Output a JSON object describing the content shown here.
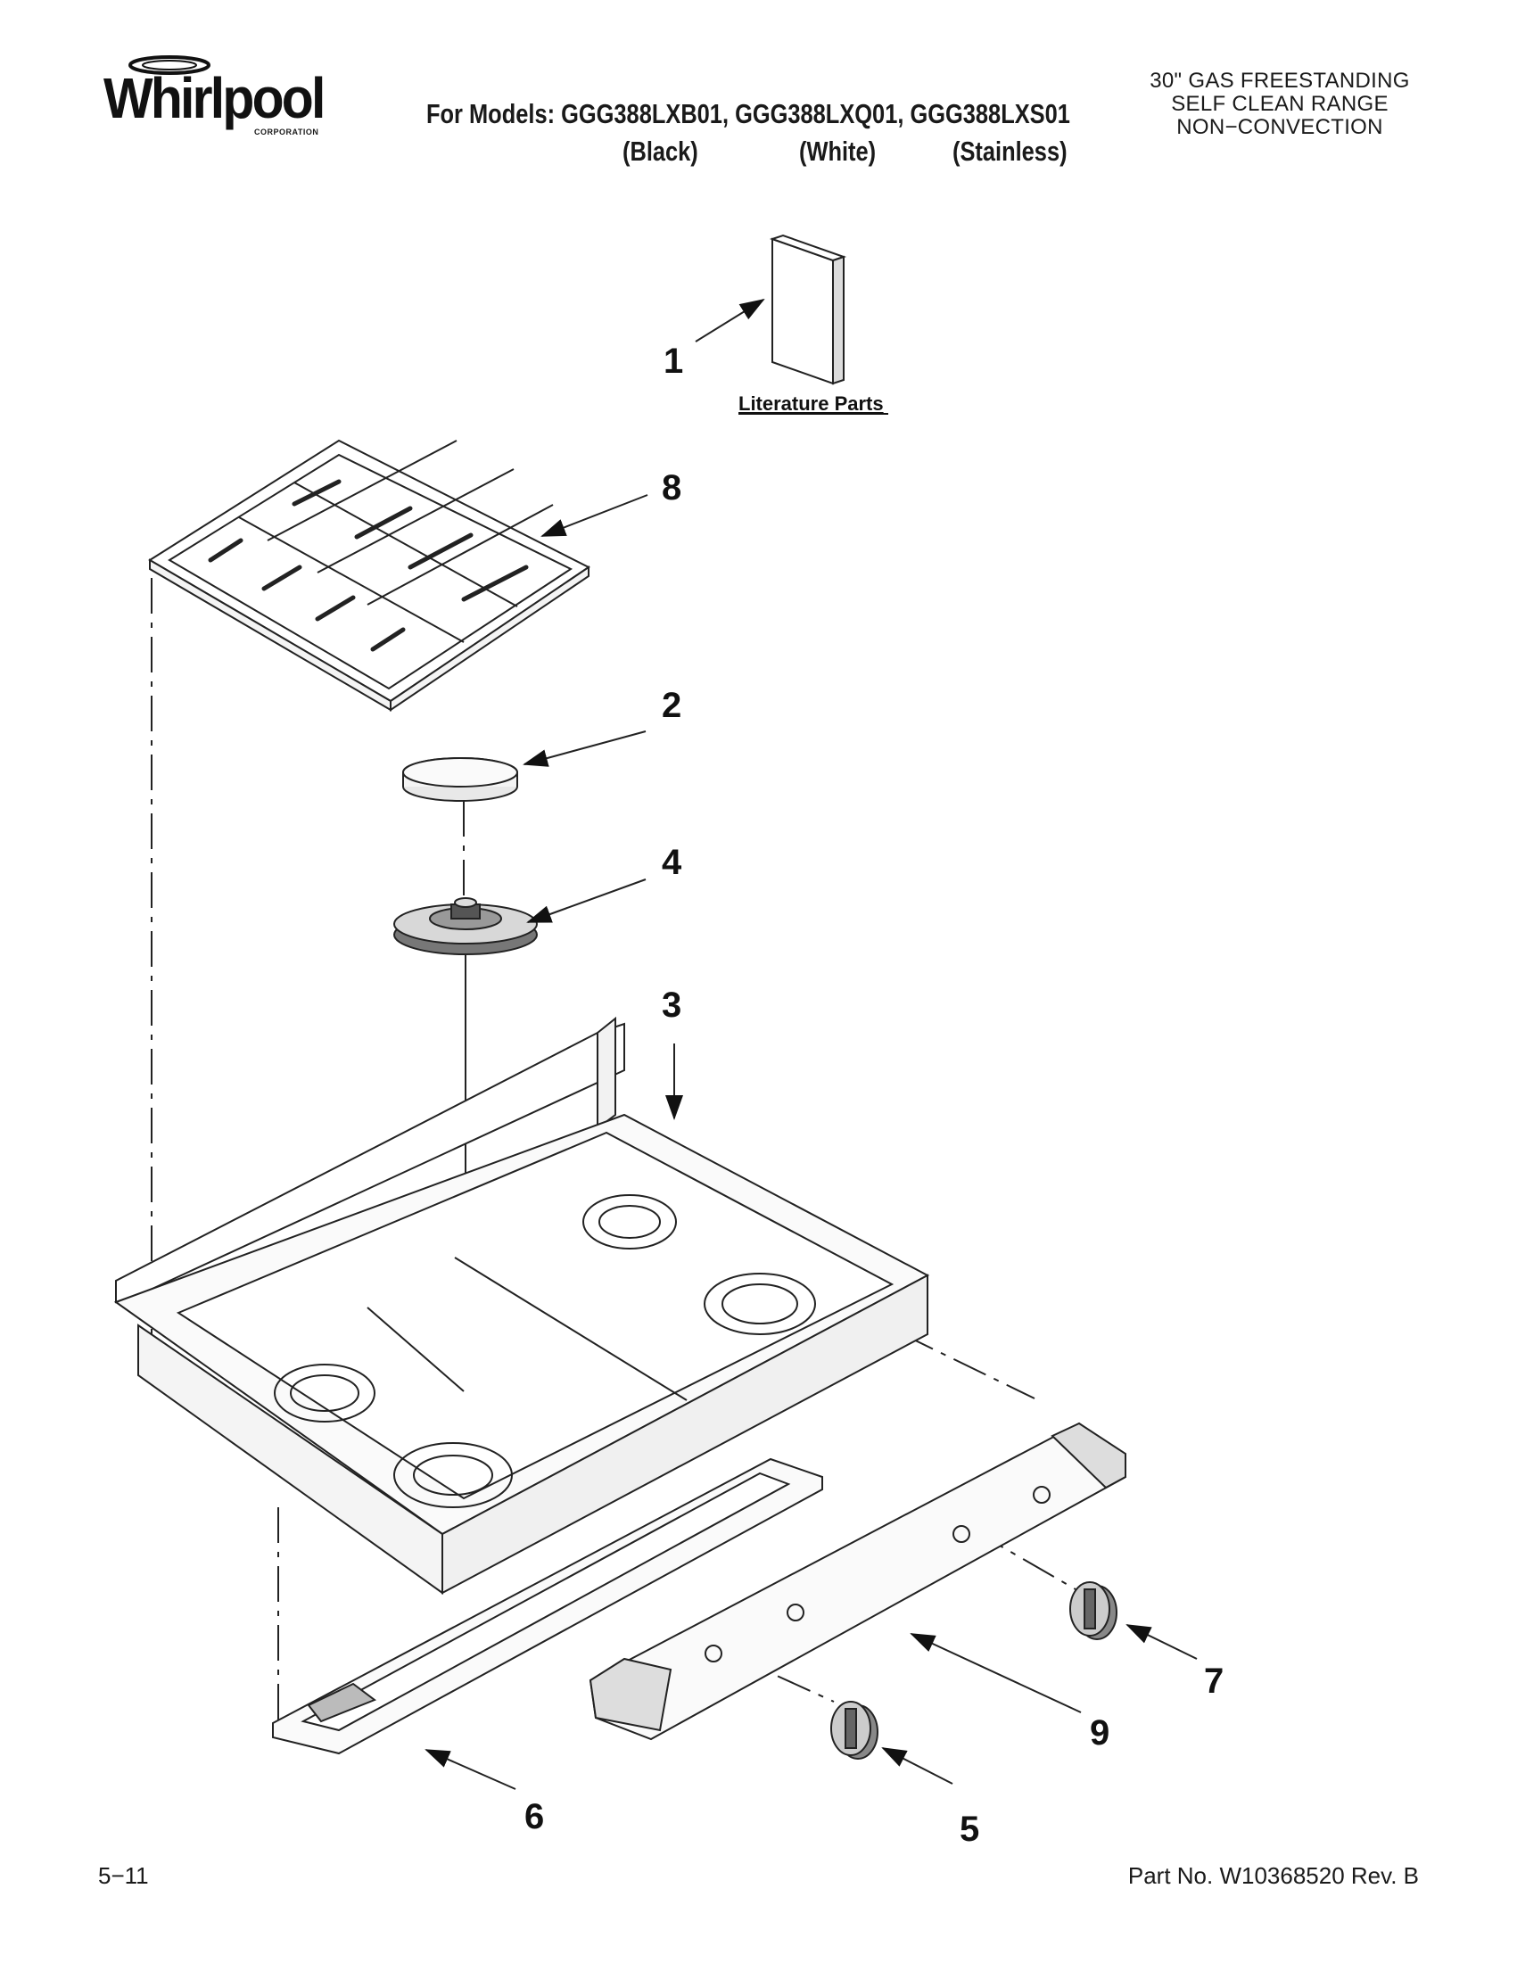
{
  "header": {
    "brand": "Whirlpool",
    "brand_sub": "CORPORATION",
    "models_line": "For Models: GGG388LXB01, GGG388LXQ01, GGG388LXS01",
    "variants": [
      "(Black)",
      "(White)",
      "(Stainless)"
    ],
    "description": [
      "30\" GAS FREESTANDING",
      "SELF CLEAN RANGE",
      "NON−CONVECTION"
    ]
  },
  "diagram": {
    "literature_label": "Literature Parts",
    "callouts": {
      "c1": "1",
      "c2": "2",
      "c3": "3",
      "c4": "4",
      "c5": "5",
      "c6": "6",
      "c7": "7",
      "c8": "8",
      "c9": "9"
    }
  },
  "footer": {
    "page": "5−11",
    "part_no": "Part No. W10368520 Rev. B"
  }
}
